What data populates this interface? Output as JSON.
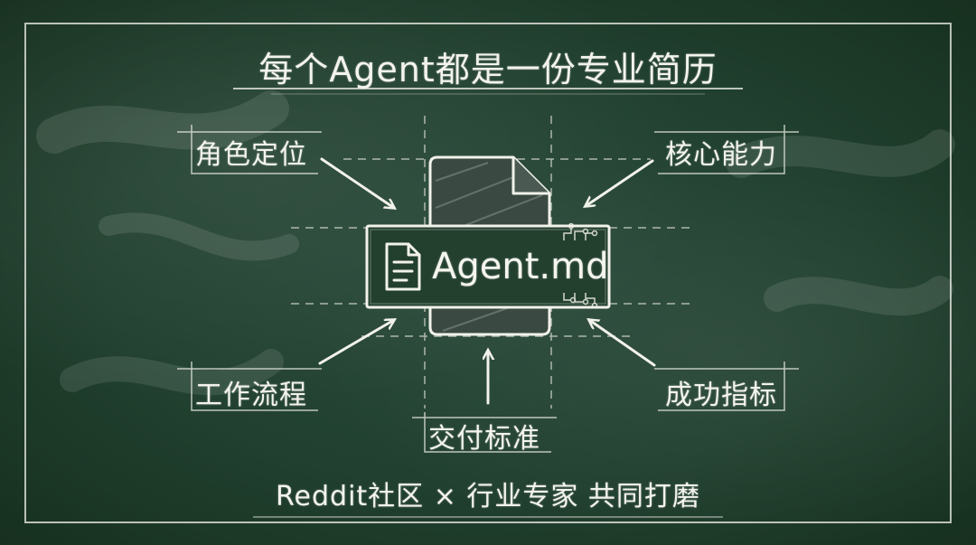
{
  "title": "每个Agent都是一份专业简历",
  "center": {
    "label": "Agent.md",
    "icon": "document-icon"
  },
  "nodes": {
    "role": "角色定位",
    "capability": "核心能力",
    "workflow": "工作流程",
    "success": "成功指标",
    "delivery": "交付标准"
  },
  "footer": "Reddit社区 × 行业专家 共同打磨",
  "colors": {
    "chalkboard": "#21402f",
    "chalk": "#f2f2ea"
  }
}
